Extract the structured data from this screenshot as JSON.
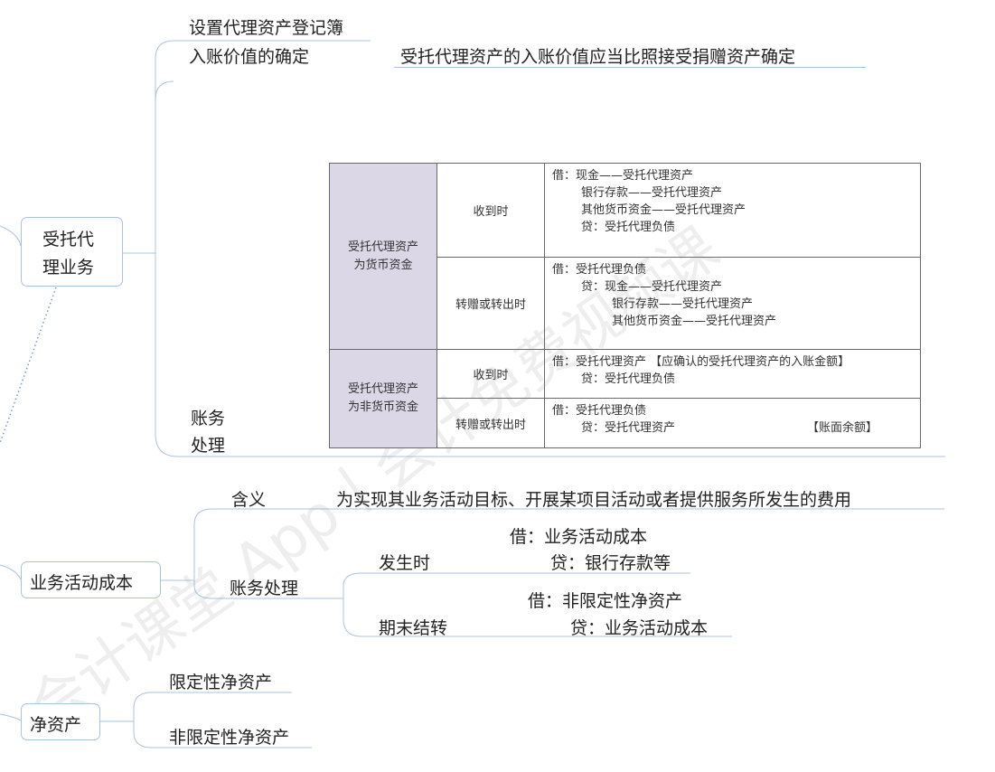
{
  "colors": {
    "line": "#a9c3dd",
    "table_group_fill": "#dcd7e7",
    "table_border": "#6a6a6a"
  },
  "watermark": "会计课堂 App丨会计免费视频课",
  "entrust": {
    "node": [
      "受托代",
      "理业务"
    ],
    "register": "设置代理资产登记簿",
    "value_label": "入账价值的确定",
    "value_text": "受托代理资产的入账价值应当比照接受捐赠资产确定",
    "accounting_label": [
      "账务",
      "处理"
    ],
    "table": {
      "monetary": {
        "group": [
          "受托代理资产",
          "为货币资金"
        ],
        "receive": {
          "label": "收到时",
          "lines": [
            "借：现金——受托代理资产",
            "银行存款——受托代理资产",
            "其他货币资金——受托代理资产",
            "贷：受托代理负债"
          ]
        },
        "transfer": {
          "label": "转赠或转出时",
          "lines": [
            "借：受托代理负债",
            "贷：现金——受托代理资产",
            "银行存款——受托代理资产",
            "其他货币资金——受托代理资产"
          ]
        }
      },
      "non_monetary": {
        "group": [
          "受托代理资产",
          "为非货币资金"
        ],
        "receive": {
          "label": "收到时",
          "lines": [
            "借：受托代理资产  【应确认的受托代理资产的入账金额】",
            "贷：受托代理负债"
          ]
        },
        "transfer": {
          "label": "转赠或转出时",
          "lines": [
            "借：受托代理负债",
            "贷：受托代理资产",
            "【账面余额】"
          ]
        }
      }
    }
  },
  "cost": {
    "node": "业务活动成本",
    "meaning_label": "含义",
    "meaning_text": "为实现其业务活动目标、开展某项目活动或者提供服务所发生的费用",
    "accounting_label": "账务处理",
    "occur_label": "发生时",
    "occur_lines": [
      "借：业务活动成本",
      "贷：银行存款等"
    ],
    "period_end_label": "期末结转",
    "period_end_lines": [
      "借：非限定性净资产",
      "贷：业务活动成本"
    ]
  },
  "net_assets": {
    "node": "净资产",
    "restricted": "限定性净资产",
    "unrestricted": "非限定性净资产"
  }
}
